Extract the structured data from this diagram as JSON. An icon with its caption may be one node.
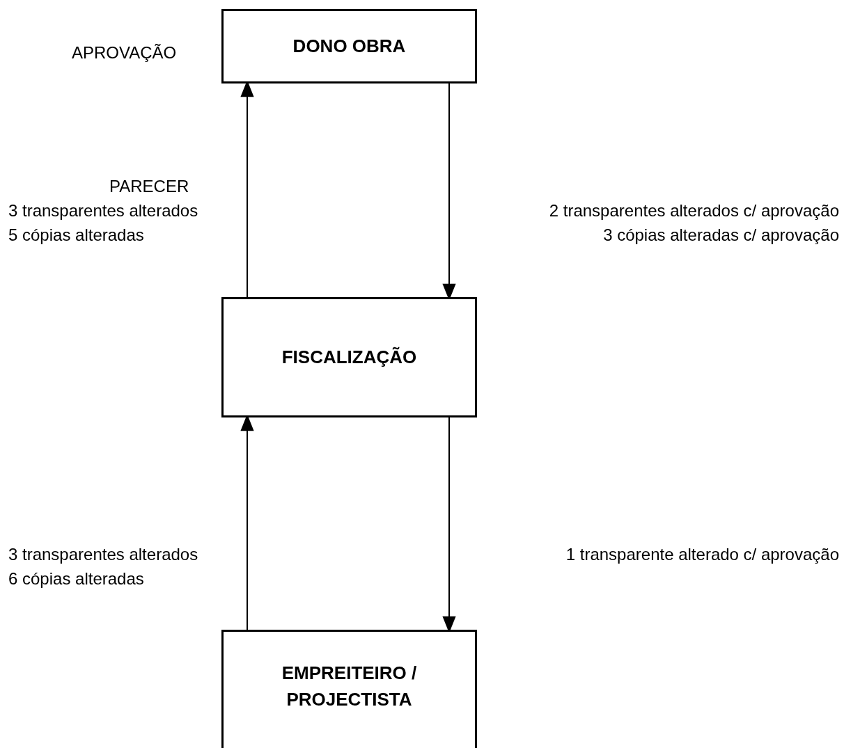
{
  "diagram": {
    "nodes": [
      {
        "text": [
          "DONO OBRA"
        ],
        "beside": [
          "APROVAÇÃO"
        ]
      },
      {
        "text": [
          "FISCALIZAÇÃO"
        ]
      },
      {
        "text": [
          "EMPREITEIRO / PROJECTISTA"
        ]
      }
    ],
    "edges": [
      {
        "from": 1,
        "to": 0,
        "arrow": "to"
      },
      {
        "from": 0,
        "to": 1,
        "arrow": "to"
      },
      {
        "from": 2,
        "to": 1,
        "arrow": "to"
      },
      {
        "from": 1,
        "to": 2,
        "arrow": "to"
      }
    ],
    "labels": [
      "PARECER",
      "3 transparentes alterados",
      "2 transparentes alterados c/ aprovação",
      "5 cópias alteradas",
      "3 cópias alteradas c/ aprovação",
      "3 transparentes alterados",
      "1 transparente alterado c/ aprovação",
      "6 cópias alteradas"
    ]
  }
}
